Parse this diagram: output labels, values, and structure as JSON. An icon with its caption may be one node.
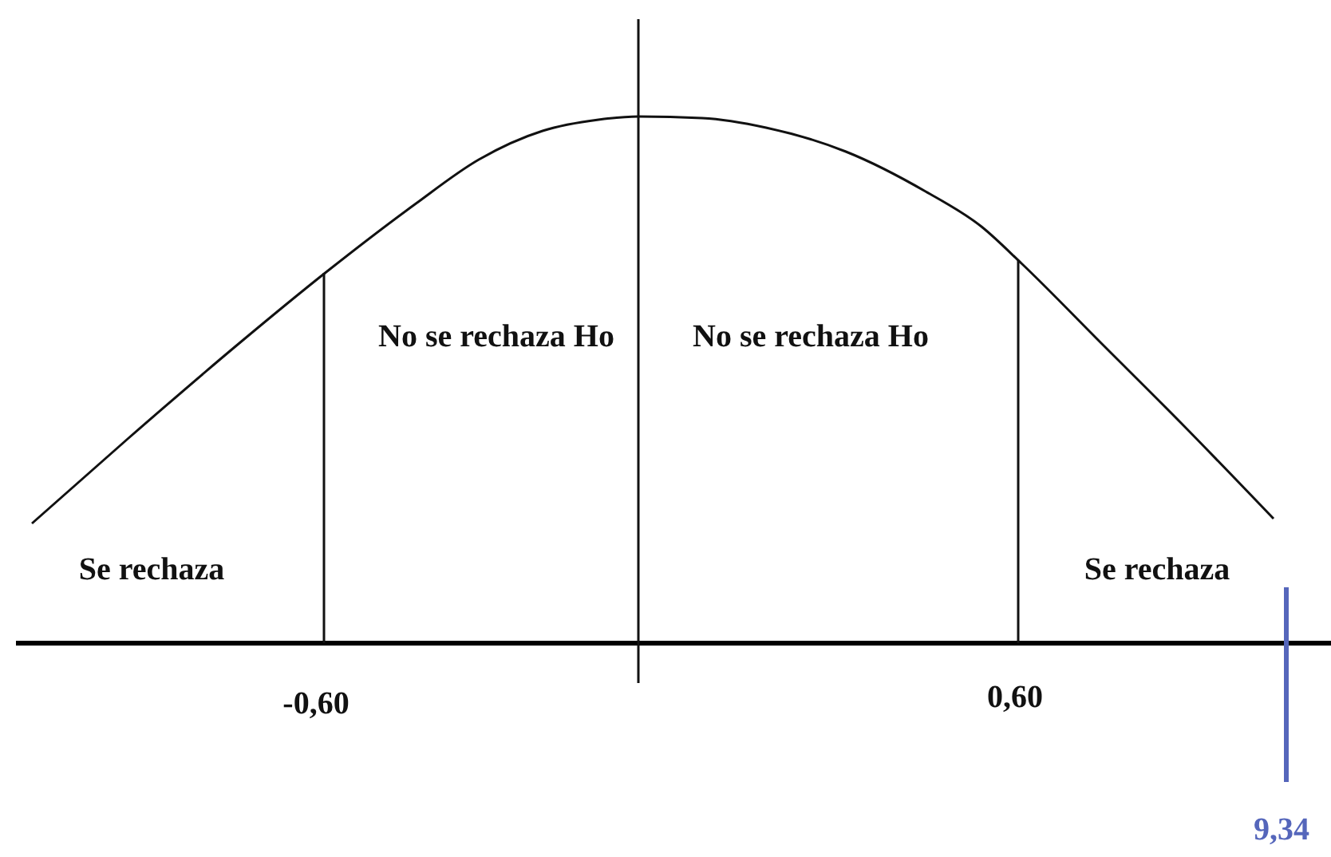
{
  "diagram": {
    "labels": [
      "No se rechaza Ho",
      "No se rechaza Ho",
      "Se rechaza",
      "Se rechaza",
      "-0,60",
      "0,60",
      "9,34"
    ]
  }
}
